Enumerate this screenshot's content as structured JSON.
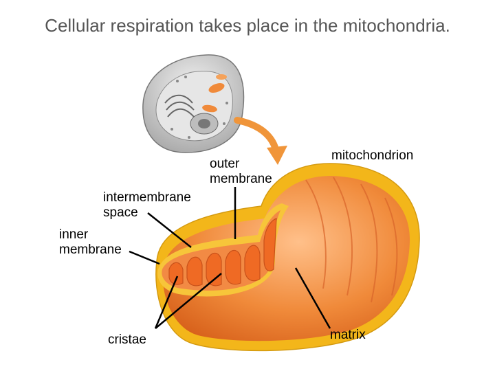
{
  "title": "Cellular respiration takes place in the mitochondria.",
  "labels": {
    "outer_membrane_1": "outer",
    "outer_membrane_2": "membrane",
    "intermembrane_1": "intermembrane",
    "intermembrane_2": "space",
    "inner_membrane_1": "inner",
    "inner_membrane_2": "membrane",
    "mitochondrion": "mitochondrion",
    "cristae": "cristae",
    "matrix": "matrix"
  },
  "colors": {
    "outer_membrane": "#f3b61a",
    "mitochondrion_body": "#f08a3a",
    "cristae": "#ef6a24",
    "cell": "#d6d6d6",
    "arrow": "#f0953a"
  }
}
